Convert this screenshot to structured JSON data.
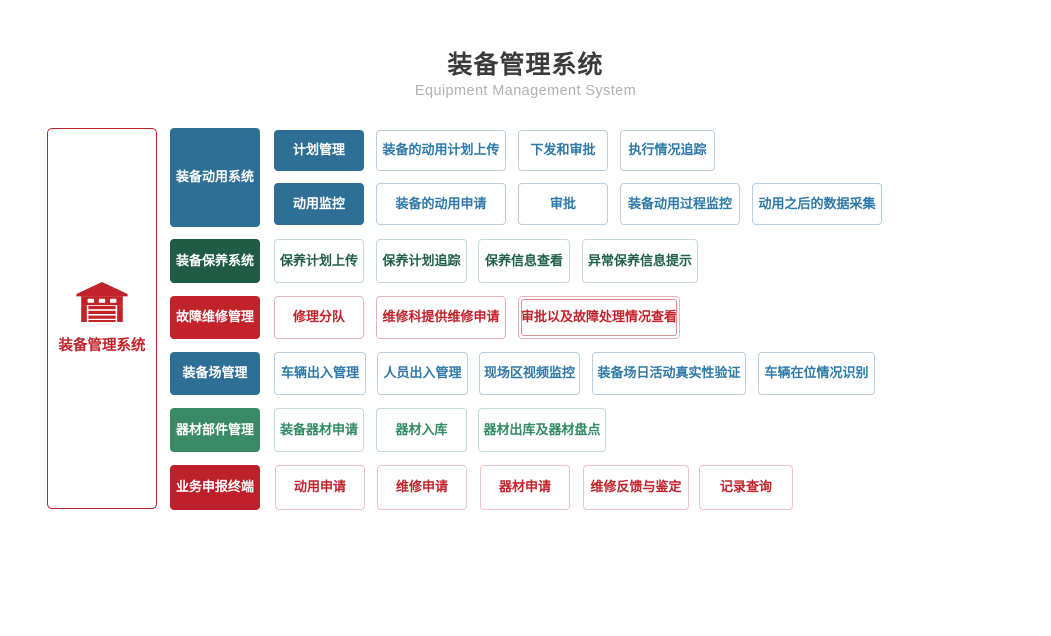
{
  "page": {
    "title": "装备管理系统",
    "subtitle": "Equipment Management System"
  },
  "root": {
    "label": "装备管理系统",
    "icon": "garage-icon"
  },
  "colors": {
    "blue": "#2e6f96",
    "green_dark": "#1f5b45",
    "red": "#c2222a",
    "green": "#3b8a67",
    "red_dark": "#bd202b",
    "leaf_text_blue": "#2e79a8",
    "root_accent": "#c2222a"
  },
  "systems": [
    {
      "label": "装备动用系统",
      "theme": "blue",
      "groups": [
        {
          "label": "计划管理",
          "items": [
            "装备的动用计划上传",
            "下发和审批",
            "执行情况追踪"
          ]
        },
        {
          "label": "动用监控",
          "items": [
            "装备的动用申请",
            "审批",
            "装备动用过程监控",
            "动用之后的数据采集"
          ]
        }
      ]
    },
    {
      "label": "装备保养系统",
      "theme": "green_dark",
      "items": [
        "保养计划上传",
        "保养计划追踪",
        "保养信息查看",
        "异常保养信息提示"
      ]
    },
    {
      "label": "故障维修管理",
      "theme": "red",
      "items": [
        "修理分队",
        "维修科提供维修申请",
        "审批以及故障处理情况查看"
      ]
    },
    {
      "label": "装备场管理",
      "theme": "blue",
      "items": [
        "车辆出入管理",
        "人员出入管理",
        "现场区视频监控",
        "装备场日活动真实性验证",
        "车辆在位情况识别"
      ]
    },
    {
      "label": "器材部件管理",
      "theme": "green",
      "items": [
        "装备器材申请",
        "器材入库",
        "器材出库及器材盘点"
      ]
    },
    {
      "label": "业务申报终端",
      "theme": "red_dark",
      "items": [
        "动用申请",
        "维修申请",
        "器材申请",
        "维修反馈与鉴定",
        "记录查询"
      ]
    }
  ]
}
